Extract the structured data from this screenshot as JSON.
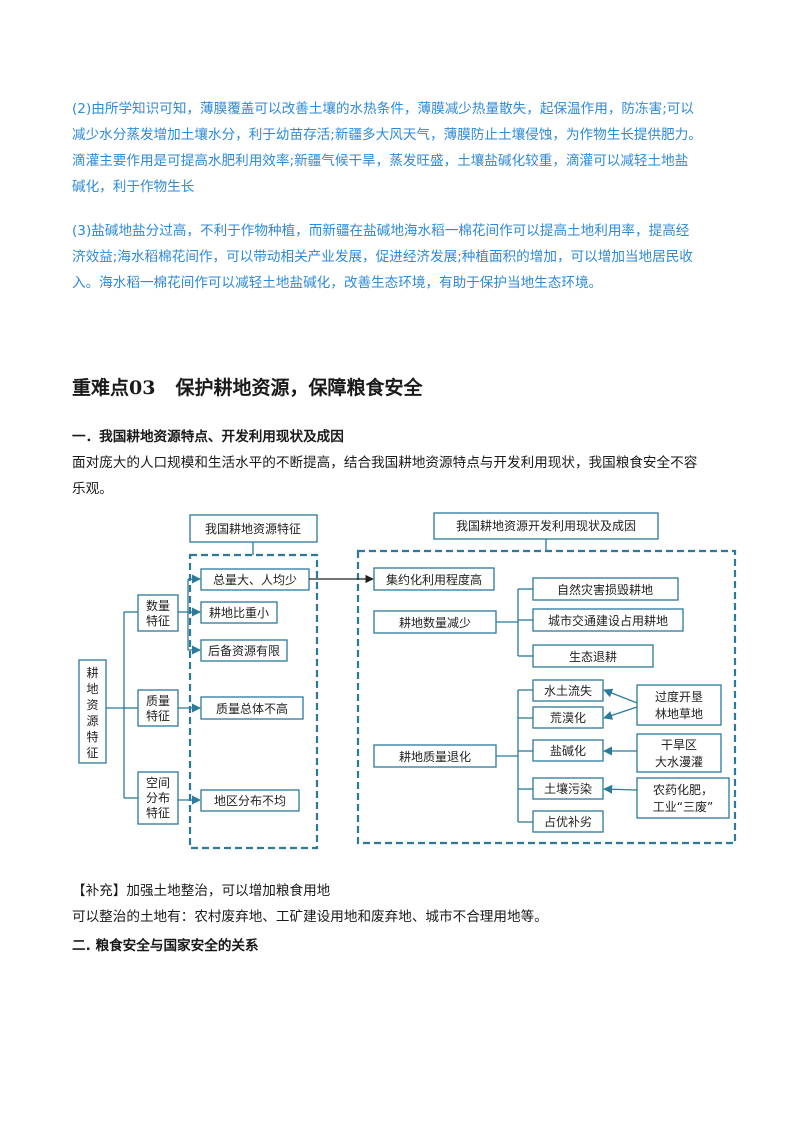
{
  "answers": {
    "p2_lines": [
      "(2)由所学知识可知，薄膜覆盖可以改善土壤的水热条件，薄膜减少热量散失，起保温作用，防冻害;可以",
      "减少水分蒸发增加土壤水分，利于幼苗存活;新疆多大风天气，薄膜防止土壤侵蚀，为作物生长提供肥力。",
      "滴灌主要作用是可提高水肥利用效率;新疆气候干旱，蒸发旺盛，土壤盐碱化较重，滴灌可以减轻土地盐",
      "碱化，利于作物生长"
    ],
    "p3_lines": [
      "(3)盐碱地盐分过高，不利于作物种植，而新疆在盐碱地海水稻一棉花间作可以提高土地利用率，提高经",
      "济效益;海水稻棉花间作，可以带动相关产业发展，促进经济发展;种植面积的增加，可以增加当地居民收",
      "入。海水稻一棉花间作可以减轻土地盐碱化，改善生态环境，有助于保护当地生态环境。"
    ]
  },
  "section": {
    "title_num": "重难点03",
    "title_text": "保护耕地资源，保障粮食安全",
    "sub1": "一．我国耕地资源特点、开发利用现状及成因",
    "intro_lines": [
      "面对庞大的人口规模和生活水平的不断提高，结合我国耕地资源特点与开发利用现状，我国粮食安全不容",
      "乐观。"
    ]
  },
  "diagram": {
    "left_title": "我国耕地资源特征",
    "right_title": "我国耕地资源开发利用现状及成因",
    "root": [
      "耕",
      "地",
      "资",
      "源",
      "特",
      "征"
    ],
    "quantity": [
      "数量",
      "特征"
    ],
    "quality": [
      "质量",
      "特征"
    ],
    "spatial": [
      "空间",
      "分布",
      "特征"
    ],
    "feat_total": "总量大、人均少",
    "feat_ratio": "耕地比重小",
    "feat_reserve": "后备资源有限",
    "feat_quality": "质量总体不高",
    "feat_distribution": "地区分布不均",
    "intensive": "集约化利用程度高",
    "decrease": "耕地数量减少",
    "disaster": "自然灾害损毁耕地",
    "urban": "城市交通建设占用耕地",
    "ecology": "生态退耕",
    "degrade": "耕地质量退化",
    "erosion": "水土流失",
    "desert": "荒漠化",
    "salt": "盐碱化",
    "pollution": "土壤污染",
    "occupy": "占优补劣",
    "cause_overgraze": [
      "过度开垦",
      "林地草地"
    ],
    "cause_irrigate": [
      "干旱区",
      "大水漫灌"
    ],
    "cause_chem": [
      "农药化肥，",
      "工业“三废”"
    ]
  },
  "supplement": {
    "label": "【补充】",
    "text": "加强土地整治，可以增加粮食用地",
    "detail": "可以整治的土地有：农村废弃地、工矿建设用地和废弃地、城市不合理用地等。"
  },
  "sub2": "二. 粮食安全与国家安全的关系"
}
